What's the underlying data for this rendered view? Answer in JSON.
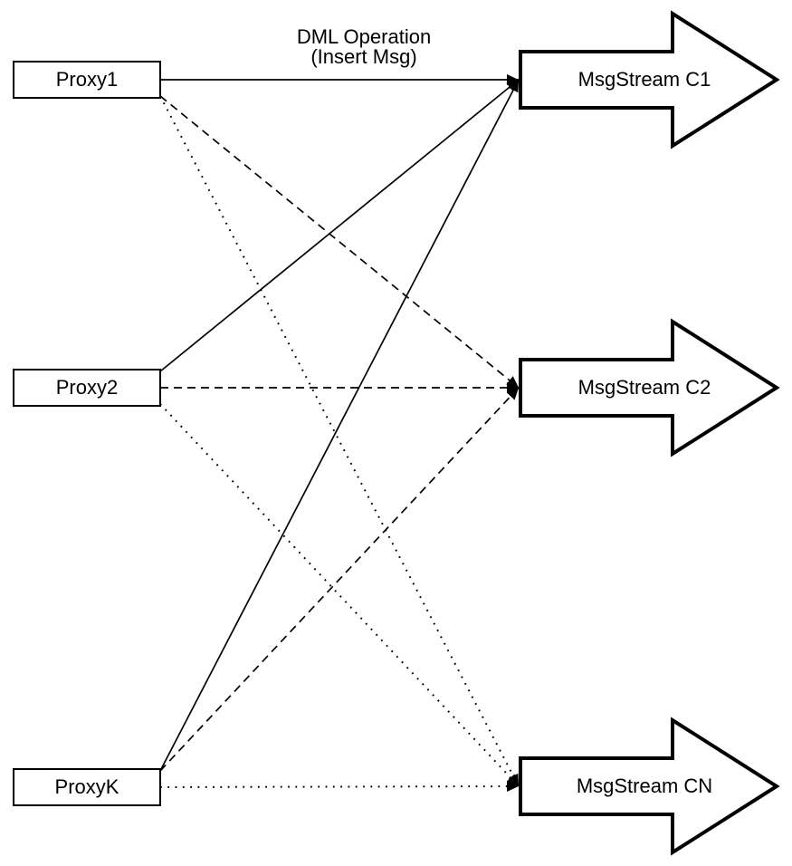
{
  "diagram": {
    "type": "flow-diagram",
    "colors": {
      "ink": "#000000",
      "background": "#ffffff"
    },
    "edge_label": {
      "line1": "DML Operation",
      "line2": "(Insert Msg)"
    },
    "proxies": [
      {
        "label": "Proxy1"
      },
      {
        "label": "Proxy2"
      },
      {
        "label": "ProxyK"
      }
    ],
    "streams": [
      {
        "label": "MsgStream C1"
      },
      {
        "label": "MsgStream C2"
      },
      {
        "label": "MsgStream CN"
      }
    ],
    "edges": [
      {
        "from": "Proxy1",
        "to": "MsgStream C1",
        "style": "solid"
      },
      {
        "from": "Proxy2",
        "to": "MsgStream C1",
        "style": "solid"
      },
      {
        "from": "ProxyK",
        "to": "MsgStream C1",
        "style": "solid"
      },
      {
        "from": "Proxy1",
        "to": "MsgStream C2",
        "style": "dashed"
      },
      {
        "from": "Proxy2",
        "to": "MsgStream C2",
        "style": "dashed"
      },
      {
        "from": "ProxyK",
        "to": "MsgStream C2",
        "style": "dashed"
      },
      {
        "from": "Proxy1",
        "to": "MsgStream CN",
        "style": "dotted"
      },
      {
        "from": "Proxy2",
        "to": "MsgStream CN",
        "style": "dotted"
      },
      {
        "from": "ProxyK",
        "to": "MsgStream CN",
        "style": "dotted"
      }
    ]
  }
}
